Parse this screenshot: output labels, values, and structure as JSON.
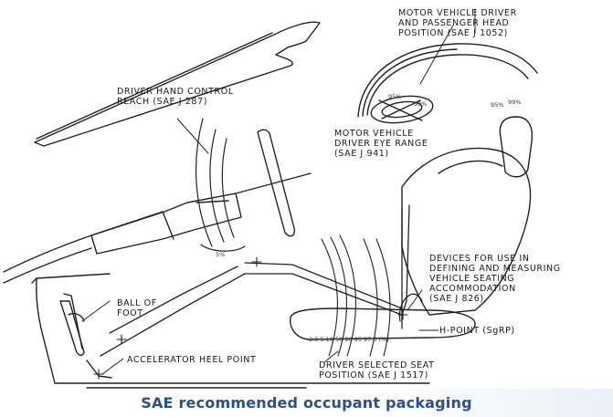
{
  "labels": {
    "head_position": [
      "MOTOR VEHICLE DRIVER",
      "AND PASSENGER HEAD",
      "POSITION (SAE J 1052)"
    ],
    "hand_reach": [
      "DRIVER HAND CONTROL",
      "REACH (SAE J 287)"
    ],
    "eye_range": [
      "MOTOR VEHICLE",
      "DRIVER EYE RANGE",
      "(SAE J 941)"
    ],
    "devices": [
      "DEVICES FOR USE IN",
      "DEFINING AND MEASURING",
      "VEHICLE SEATING",
      "ACCOMMODATION",
      "(SAE J 826)"
    ],
    "ball_of_foot": [
      "BALL OF",
      "FOOT"
    ],
    "h_point": "H-POINT (SgRP)",
    "heel_point": "ACCELERATOR HEEL POINT",
    "seat_position": [
      "DRIVER SELECTED SEAT",
      "POSITION (SAE J 1517)"
    ]
  },
  "percentiles": {
    "eye_inner": "95%",
    "eye_outer": "99%",
    "head_inner": "95%",
    "head_outer": "99%",
    "reach": "5%",
    "seat_scale": "2.5 5 10     50      90 95 97.5  (%)"
  },
  "caption": "SAE recommended occupant packaging"
}
